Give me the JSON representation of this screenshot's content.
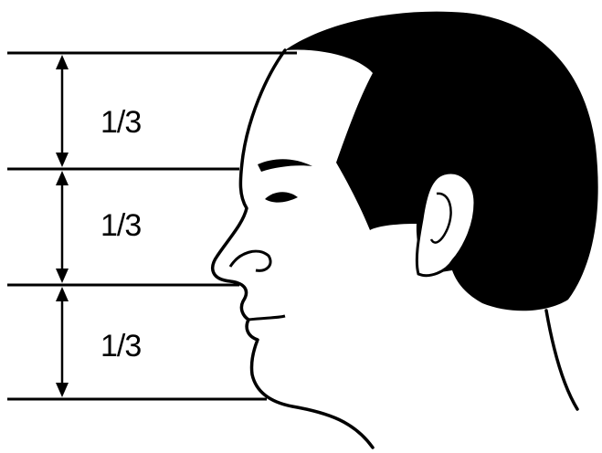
{
  "diagram": {
    "sections": [
      {
        "label": "1/3"
      },
      {
        "label": "1/3"
      },
      {
        "label": "1/3"
      }
    ],
    "colors": {
      "line": "#000000",
      "hair": "#000000",
      "background": "#ffffff"
    }
  }
}
